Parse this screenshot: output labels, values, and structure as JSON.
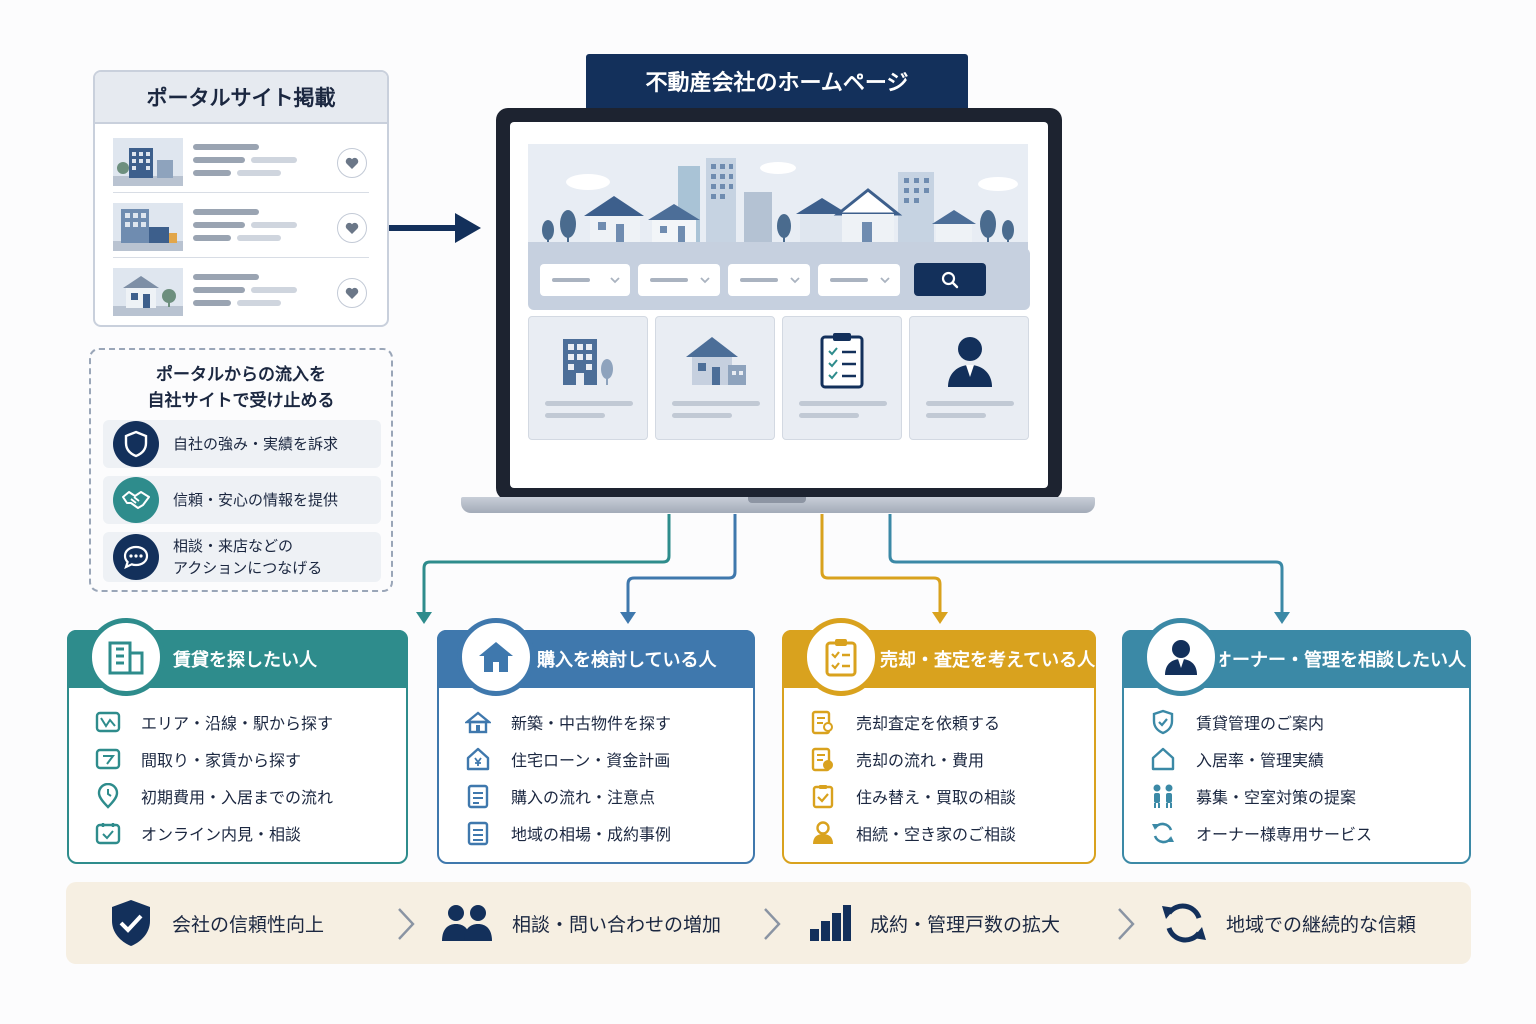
{
  "portal": {
    "title": "ポータルサイト掲載"
  },
  "portal_flow": {
    "title_line1": "ポータルからの流入を",
    "title_line2": "自社サイトで受け止める",
    "items": [
      {
        "label": "自社の強み・実績を訴求",
        "icon": "shield-icon"
      },
      {
        "label": "信頼・安心の情報を提供",
        "icon": "handshake-icon"
      },
      {
        "label_line1": "相談・来店などの",
        "label_line2": "アクションにつなげる",
        "icon": "chat-icon"
      }
    ]
  },
  "homepage": {
    "title": "不動産会社のホームページ"
  },
  "categories": [
    {
      "title": "賃貸を探したい人",
      "color": "#2e8c8c",
      "icon": "apartment-icon",
      "items": [
        "エリア・沿線・駅から探す",
        "間取り・家賃から探す",
        "初期費用・入居までの流れ",
        "オンライン内見・相談"
      ]
    },
    {
      "title": "購入を検討している人",
      "color": "#3f78ad",
      "icon": "house-icon",
      "items": [
        "新築・中古物件を探す",
        "住宅ローン・資金計画",
        "購入の流れ・注意点",
        "地域の相場・成約事例"
      ]
    },
    {
      "title": "売却・査定を考えている人",
      "color": "#d9a21e",
      "icon": "clipboard-icon",
      "items": [
        "売却査定を依頼する",
        "売却の流れ・費用",
        "住み替え・買取の相談",
        "相続・空き家のご相談"
      ]
    },
    {
      "title": "オーナー・管理を相談したい人",
      "color": "#3b89a6",
      "icon": "owner-icon",
      "items": [
        "賃貸管理のご案内",
        "入居率・管理実績",
        "募集・空室対策の提案",
        "オーナー様専用サービス"
      ]
    }
  ],
  "outcomes": [
    {
      "label": "会社の信頼性向上",
      "icon": "shield-check-icon"
    },
    {
      "label": "相談・問い合わせの増加",
      "icon": "people-icon"
    },
    {
      "label": "成約・管理戸数の拡大",
      "icon": "bar-chart-icon"
    },
    {
      "label": "地域での継続的な信頼",
      "icon": "refresh-icon"
    }
  ],
  "colors": {
    "navy": "#13305b",
    "teal": "#2e8c8c",
    "blue": "#3f78ad",
    "gold": "#d9a21e",
    "steel": "#3b89a6"
  }
}
